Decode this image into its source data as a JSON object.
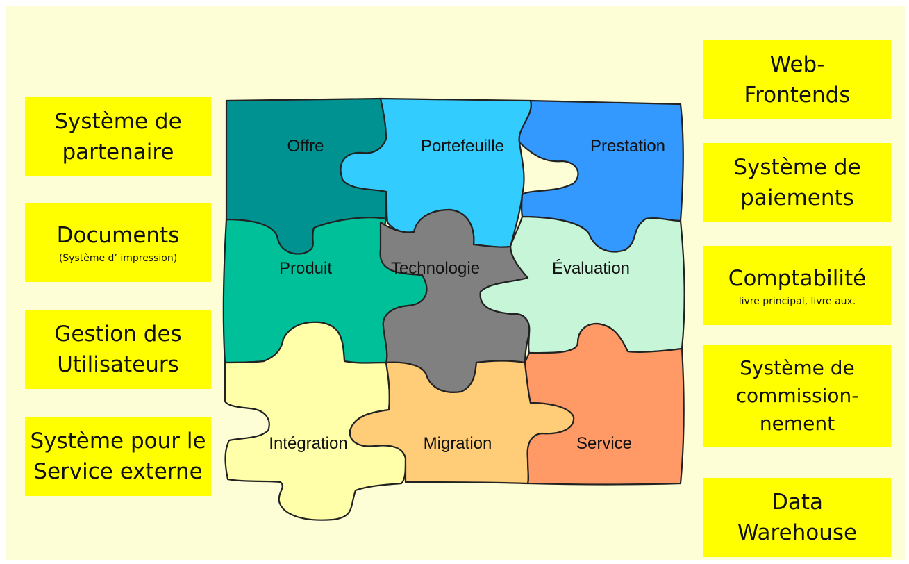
{
  "left_boxes": [
    {
      "line1": "Système de",
      "line2": "partenaire"
    },
    {
      "line1": "Documents",
      "sub": "(Système d’ impression)"
    },
    {
      "line1": "Gestion des",
      "line2": "Utilisateurs"
    },
    {
      "line1": "Système pour le",
      "line2": "Service externe"
    }
  ],
  "right_boxes": [
    {
      "line1": "Web-",
      "line2": "Frontends"
    },
    {
      "line1": "Système de",
      "line2": "paiements"
    },
    {
      "line1": "Comptabilité",
      "sub": "livre principal, livre aux."
    },
    {
      "line1": "Système de",
      "line2": "commission-",
      "line3": "nement"
    },
    {
      "line1": "Data",
      "line2": "Warehouse"
    }
  ],
  "puzzle": {
    "offre": {
      "label": "Offre",
      "color": "#009191"
    },
    "portefeuille": {
      "label": "Portefeuille",
      "color": "#33ccff"
    },
    "prestation": {
      "label": "Prestation",
      "color": "#3399ff"
    },
    "produit": {
      "label": "Produit",
      "color": "#00c09a"
    },
    "technologie": {
      "label": "Technologie",
      "color": "#808080"
    },
    "evaluation": {
      "label": "Évaluation",
      "color": "#c6f5d8"
    },
    "integration": {
      "label": "Intégration",
      "color": "#ffffaa"
    },
    "migration": {
      "label": "Migration",
      "color": "#ffcc77"
    },
    "service": {
      "label": "Service",
      "color": "#ff9966"
    }
  }
}
